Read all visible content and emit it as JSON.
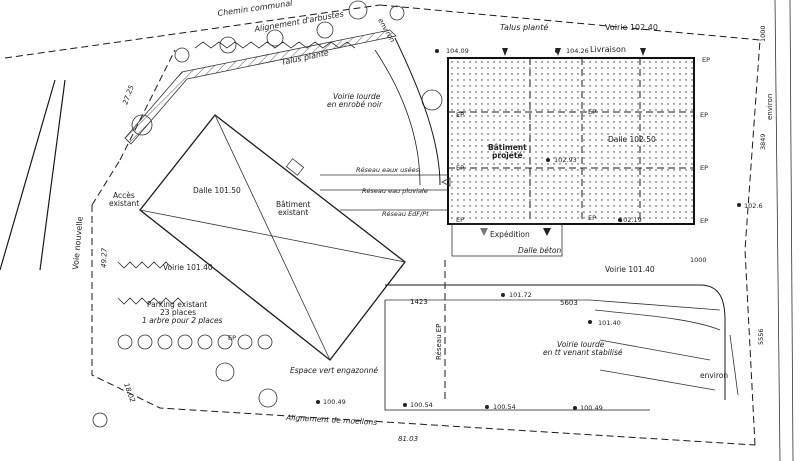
{
  "labels": {
    "chemin_communal": "Chemin communal",
    "alignement_arbustes": "Alignement d'arbustes",
    "environ_top": "environ",
    "talus_plante_top": "Talus planté",
    "talus_plante_left": "Talus planté",
    "voirie_top": "Voirie 102.40",
    "livraison": "Livraison",
    "voirie_lourde_top_1": "Voirie lourde",
    "voirie_lourde_top_2": "en enrobé noir",
    "dalle_existing": "Dalle 101.50",
    "batiment_existant_1": "Bâtiment",
    "batiment_existant_2": "existant",
    "acces_existant_1": "Accès",
    "acces_existant_2": "existant",
    "reseau_eaux_usees": "Réseau eaux usées",
    "reseau_eaux_pluviales": "Réseau eau pluviale",
    "reseau_edf": "Réseau EdF/Pt",
    "batiment_projete_1": "Bâtiment",
    "batiment_projete_2": "projeté",
    "dalle_projete": "Dalle 102.50",
    "expedition": "Expédition",
    "dalle_beton": "Dalle béton",
    "voie_nouvelle": "Voie nouvelle",
    "voirie_mid_left": "Voirie 101.40",
    "voirie_mid_right": "Voirie 101.40",
    "parking_1": "Parking existant",
    "parking_2": "23 places",
    "parking_3": "1 arbre pour 2 places",
    "reseau_ep": "Réseau EP",
    "voirie_lourde_bottom_1": "Voirie lourde",
    "voirie_lourde_bottom_2": "en tt venant stabilisé",
    "environ_bottom": "environ",
    "espace_vert": "Espace vert engazonné",
    "alignement_moellons": "Alignement de moellons",
    "environ_right": "environ"
  },
  "dimensions": {
    "d_27_25": "27.25",
    "d_49_27": "49.27",
    "d_18_02": "18.02",
    "d_81_03": "81.03",
    "d_1423": "1423",
    "d_5603": "5603",
    "d_1000_top": "1000",
    "d_3849": "3849",
    "d_1000_mid": "1000",
    "d_5556": "5556"
  },
  "levels": {
    "l_104_09": "104.09",
    "l_104_26": "104.26",
    "l_102_93": "102.93",
    "l_102_19": "102.19",
    "l_102_6": "102.6",
    "l_101_72": "101.72",
    "l_101_40": "101.40",
    "l_100_54_a": "100.54",
    "l_100_54_b": "100.54",
    "l_100_49": "100.49",
    "l_100_49_b": "100.49"
  },
  "ep_marks": [
    "EP",
    "EP",
    "EP",
    "EP",
    "EP",
    "EP",
    "EP",
    "EP",
    "EP",
    "EP"
  ]
}
